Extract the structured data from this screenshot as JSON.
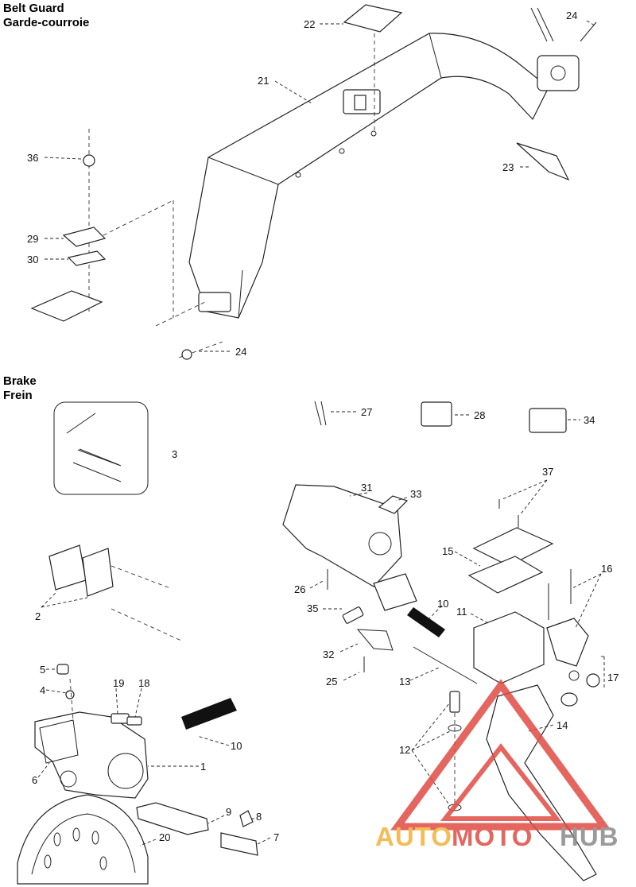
{
  "sections": {
    "belt_guard": {
      "title_en": "Belt Guard",
      "title_fr": "Garde-courroie"
    },
    "brake": {
      "title_en": "Brake",
      "title_fr": "Frein"
    }
  },
  "callouts": {
    "c22": "22",
    "c24a": "24",
    "c21": "21",
    "c36": "36",
    "c23": "23",
    "c29": "29",
    "c30": "30",
    "c24b": "24",
    "c27": "27",
    "c28": "28",
    "c34": "34",
    "c3": "3",
    "c37": "37",
    "c31": "31",
    "c33": "33",
    "c15": "15",
    "c16": "16",
    "c26": "26",
    "c2": "2",
    "c10a": "10",
    "c35": "35",
    "c11": "11",
    "c32": "32",
    "c17": "17",
    "c25": "25",
    "c13": "13",
    "c5": "5",
    "c19": "19",
    "c18": "18",
    "c4": "4",
    "c14": "14",
    "c10b": "10",
    "c12": "12",
    "c1": "1",
    "c6": "6",
    "c9": "9",
    "c8": "8",
    "c20": "20",
    "c7": "7"
  },
  "watermark": {
    "part1": "AUTO",
    "part2": "MOTO",
    "part3": "HUB",
    "colors": {
      "triangle": "#e14b44",
      "auto": "#f2b13a",
      "moto": "#e14b44",
      "hub": "#8a8a8a"
    }
  }
}
